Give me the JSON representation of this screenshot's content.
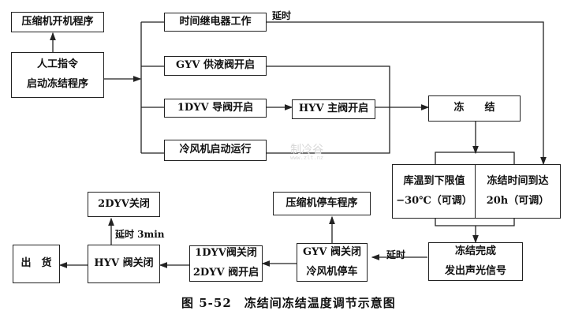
{
  "nodes": {
    "compressor_start": "压缩机开机程序",
    "manual_cmd_line1": "人工指令",
    "manual_cmd_line2": "启动冻结程序",
    "timer_relay": "时间继电器工作",
    "gyv_open": "GYV 供液阀开启",
    "dyv1_open": "1DYV 导阀开启",
    "hyv_open": "HYV 主阀开启",
    "fan_start": "冷风机启动运行",
    "freeze": "冻　　结",
    "temp_limit_line1": "库温到下限值",
    "temp_limit_line2": "−30℃（可调）",
    "time_reached_line1": "冻结时间到达",
    "time_reached_line2": "20h（可调）",
    "freeze_done_line1": "冻结完成",
    "freeze_done_line2": "发出声光信号",
    "compressor_stop": "压缩机停车程序",
    "gyv_close_line1": "GYV 阀关闭",
    "gyv_close_line2": "冷风机停车",
    "dyv_switch_line1": "1DYV阀关闭",
    "dyv_switch_line2": "2DYV 阀开启",
    "hyv_close": "HYV 阀关闭",
    "dyv2_close": "2DYV关闭",
    "ship_out": "出　货"
  },
  "labels": {
    "delay_top": "延时",
    "delay_bottom": "延时",
    "delay_3min": "延时 3min"
  },
  "watermark": {
    "name": "制冷谷",
    "url": "www.zlt.nz"
  },
  "caption": "图 5-52　冻结间冻结温度调节示意图"
}
